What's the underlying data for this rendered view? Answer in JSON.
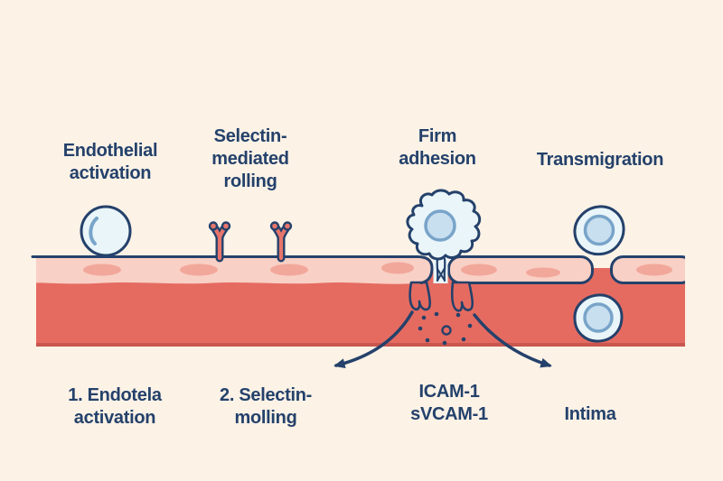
{
  "colors": {
    "background": "#FCF2E6",
    "ink_navy": "#24416B",
    "vessel_media_red": "#E56B61",
    "vessel_media_edge": "#C9564F",
    "endothelium_pink": "#F9D0C5",
    "endothelium_nucleus_pink": "#F2A79B",
    "cell_body_blue": "#E9F5F9",
    "cell_nucleus_blue": "#C8DFF0",
    "cell_nucleus_ring": "#79A4C9",
    "selectin_red": "#E8756B"
  },
  "stage_labels": [
    {
      "lines": [
        "Endothelial",
        "activation"
      ]
    },
    {
      "lines": [
        "Selectin-",
        "mediated",
        "rolling"
      ]
    },
    {
      "lines": [
        "Firm",
        "adhesion"
      ]
    },
    {
      "lines": [
        "Transmigration"
      ]
    }
  ],
  "bottom_labels": [
    {
      "lines": [
        "1. Endotela",
        "activation"
      ]
    },
    {
      "lines": [
        "2. Selectin-",
        "molling"
      ]
    },
    {
      "lines": [
        "ICAM-1",
        "sVCAM-1"
      ]
    },
    {
      "lines": [
        "Intima"
      ]
    }
  ]
}
